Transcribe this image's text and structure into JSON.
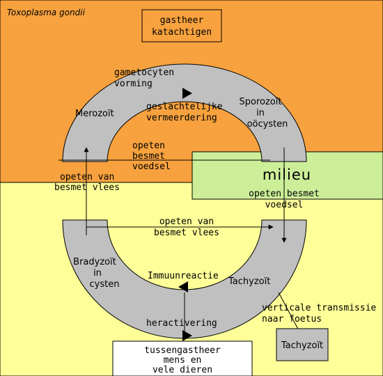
{
  "title": "Toxoplasma gondii",
  "colors": {
    "definitive_host_bg": "#f7a23e",
    "intermediate_host_bg": "#ffff99",
    "environment_bg": "#ccee99",
    "ring": "#c0c0c0",
    "line": "#000000",
    "box_bg": "#ffffff"
  },
  "boxes": {
    "definitive_host": [
      "gastheer",
      "katachtigen"
    ],
    "environment": "milieu",
    "intermediate_host": [
      "tussengastheer",
      "mens en",
      "vele dieren"
    ],
    "tachyzoite_box": "Tachyzoït"
  },
  "stages": {
    "gametocytes": [
      "gametocyten",
      "vorming"
    ],
    "sexual_reproduction": [
      "geslachtelijke",
      "vermeerdering"
    ],
    "merozoite": "Merozoït",
    "sporozoite": [
      "Sporozoït",
      "in",
      "oöcysten"
    ],
    "bradyzoite": [
      "Bradyzoït",
      "in",
      "cysten"
    ],
    "tachyzoite": "Tachyzoït",
    "immune_reaction": "Immuunreactie",
    "reactivation": "heractivering"
  },
  "transitions": {
    "eat_contaminated_food_top": [
      "opeten",
      "besmet",
      "voedsel"
    ],
    "eat_infected_meat_left": [
      "opeten van",
      "besmet vlees"
    ],
    "eat_contaminated_food_env": [
      "opeten besmet",
      "voedsel"
    ],
    "eat_infected_meat_middle": [
      "opeten van",
      "besmet vlees"
    ],
    "vertical_transmission": [
      "verticale transmissie",
      "naar foetus"
    ]
  }
}
